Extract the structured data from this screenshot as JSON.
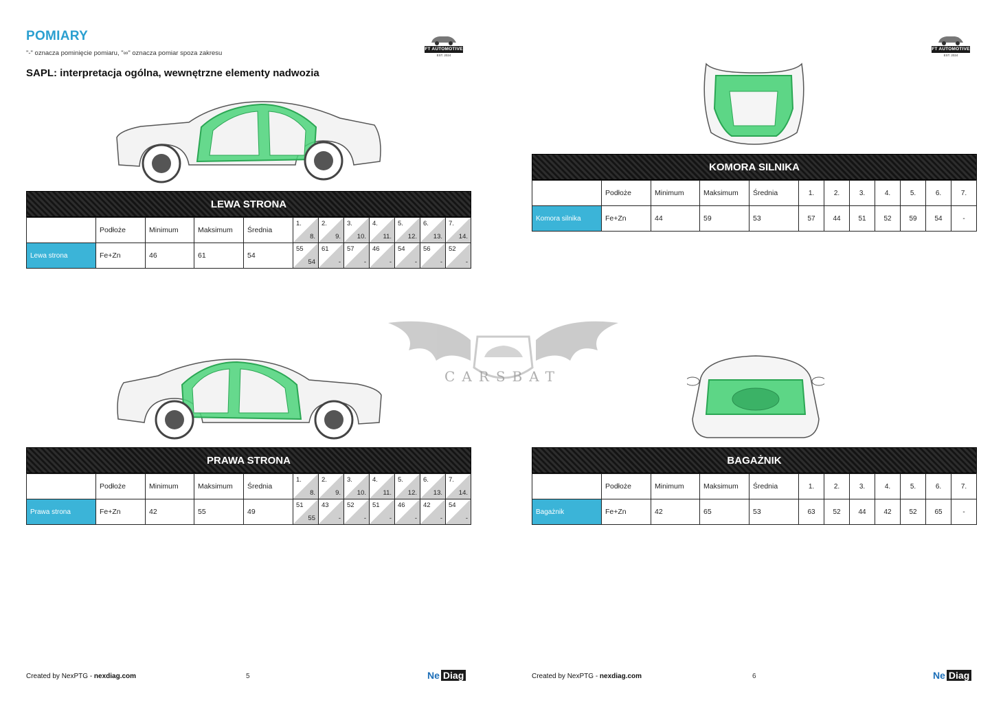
{
  "page5": {
    "title": "POMIARY",
    "note": "\"-\" oznacza pominięcie pomiaru, \"∞\" oznacza pomiar spoza zakresu",
    "subtitle": "SAPL: interpretacja ogólna, wewnętrzne elementy nadwozia",
    "logo_text": "FT AUTOMOTIVE",
    "logo_est": "EST. 2024",
    "footer_prefix": "Created by NexPTG - ",
    "footer_link": "nexdiag.com",
    "page_number": "5",
    "nexdiag_a": "Ne",
    "nexdiag_b": "Diag"
  },
  "page6": {
    "logo_text": "FT AUTOMOTIVE",
    "logo_est": "EST. 2024",
    "footer_prefix": "Created by NexPTG - ",
    "footer_link": "nexdiag.com",
    "page_number": "6",
    "nexdiag_a": "Ne",
    "nexdiag_b": "Diag"
  },
  "watermark": "CARSBAT",
  "headers": {
    "substrate": "Podłoże",
    "min": "Minimum",
    "max": "Maksimum",
    "avg": "Średnia"
  },
  "lewa": {
    "title": "LEWA STRONA",
    "row_label": "Lewa strona",
    "substrate": "Fe+Zn",
    "min": "46",
    "max": "61",
    "avg": "54",
    "point_labels": [
      [
        "1.",
        "8."
      ],
      [
        "2.",
        "9."
      ],
      [
        "3.",
        "10."
      ],
      [
        "4.",
        "11."
      ],
      [
        "5.",
        "12."
      ],
      [
        "6.",
        "13."
      ],
      [
        "7.",
        "14."
      ]
    ],
    "values": [
      [
        "55",
        "54"
      ],
      [
        "61",
        "-"
      ],
      [
        "57",
        "-"
      ],
      [
        "46",
        "-"
      ],
      [
        "54",
        "-"
      ],
      [
        "56",
        "-"
      ],
      [
        "52",
        "-"
      ]
    ]
  },
  "prawa": {
    "title": "PRAWA STRONA",
    "row_label": "Prawa strona",
    "substrate": "Fe+Zn",
    "min": "42",
    "max": "55",
    "avg": "49",
    "point_labels": [
      [
        "1.",
        "8."
      ],
      [
        "2.",
        "9."
      ],
      [
        "3.",
        "10."
      ],
      [
        "4.",
        "11."
      ],
      [
        "5.",
        "12."
      ],
      [
        "6.",
        "13."
      ],
      [
        "7.",
        "14."
      ]
    ],
    "values": [
      [
        "51",
        "55"
      ],
      [
        "43",
        "-"
      ],
      [
        "52",
        "-"
      ],
      [
        "51",
        "-"
      ],
      [
        "46",
        "-"
      ],
      [
        "42",
        "-"
      ],
      [
        "54",
        "-"
      ]
    ]
  },
  "komora": {
    "title": "KOMORA SILNIKA",
    "row_label": "Komora silnika",
    "substrate": "Fe+Zn",
    "min": "44",
    "max": "59",
    "avg": "53",
    "point_labels": [
      "1.",
      "2.",
      "3.",
      "4.",
      "5.",
      "6.",
      "7."
    ],
    "values": [
      "57",
      "44",
      "51",
      "52",
      "59",
      "54",
      "-"
    ]
  },
  "bagaznik": {
    "title": "BAGAŻNIK",
    "row_label": "Bagażnik",
    "substrate": "Fe+Zn",
    "min": "42",
    "max": "65",
    "avg": "53",
    "point_labels": [
      "1.",
      "2.",
      "3.",
      "4.",
      "5.",
      "6.",
      "7."
    ],
    "values": [
      "63",
      "52",
      "44",
      "42",
      "52",
      "65",
      "-"
    ]
  },
  "colors": {
    "accent": "#2a9fd0",
    "row_label_bg": "#3bb4d8",
    "highlight": "#4cd37a"
  },
  "icons": [
    "ft-automotive-logo",
    "car-side-diagram",
    "hood-diagram",
    "trunk-diagram",
    "carsbat-bat-watermark",
    "nexdiag-logo"
  ]
}
